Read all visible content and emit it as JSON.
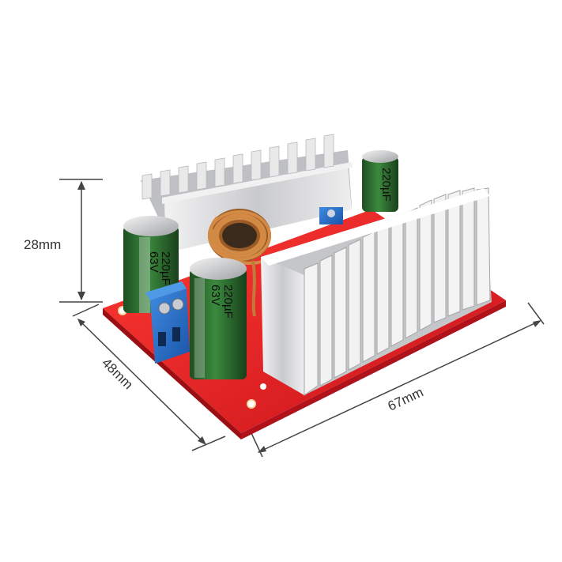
{
  "dimensions": {
    "height_label": "28mm",
    "depth_label": "48mm",
    "width_label": "67mm"
  },
  "capacitors": {
    "rating_capacitance": "220µF",
    "rating_voltage": "63V"
  },
  "colors": {
    "pcb": "#e0171b",
    "heatsink": "#d9dadd",
    "capacitor_sleeve": "#2d6a2f",
    "terminal_block": "#1f6ac4",
    "copper_wire": "#c07a3a"
  }
}
